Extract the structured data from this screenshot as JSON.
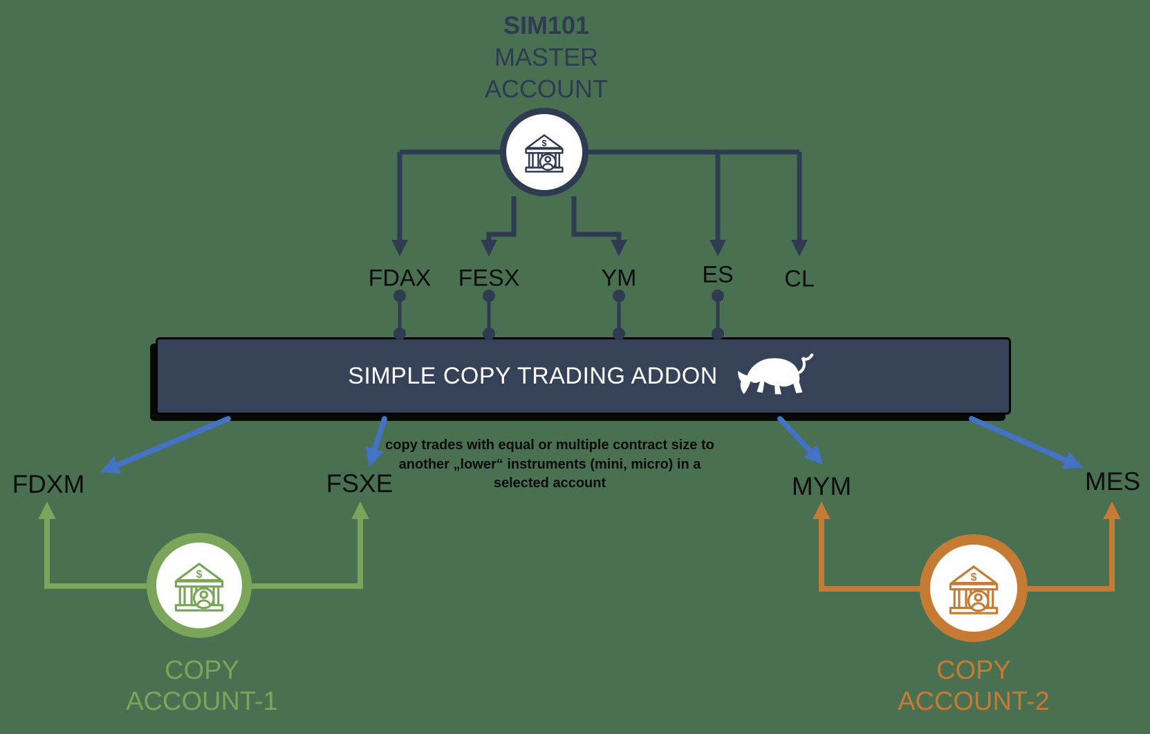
{
  "background_color": "#4A7052",
  "colors": {
    "navy": "#2E3B51",
    "bar_fill": "#364257",
    "bar_text": "#FFFFFF",
    "blue_arrow": "#4472C4",
    "green_accent": "#7AA55A",
    "orange_accent": "#C67B35",
    "label_text": "#0E0E0E"
  },
  "master_account": {
    "code": "SIM101",
    "title_line2": "MASTER",
    "title_line3": "ACCOUNT",
    "icon": "bank-icon"
  },
  "master_instruments": [
    {
      "label": "FDAX"
    },
    {
      "label": "FESX"
    },
    {
      "label": "YM"
    },
    {
      "label": "ES"
    },
    {
      "label": "CL"
    }
  ],
  "addon_bar": {
    "title": "SIMPLE COPY TRADING ADDON",
    "icon": "bull-icon"
  },
  "caption": {
    "line1": "copy trades with equal or multiple contract size to",
    "line2": "another „lower“ instruments (mini, micro) in a",
    "line3": "selected account"
  },
  "copy_instruments": [
    {
      "label": "FDXM"
    },
    {
      "label": "FSXE"
    },
    {
      "label": "MYM"
    },
    {
      "label": "MES"
    }
  ],
  "copy_account_1": {
    "title_line1": "COPY",
    "title_line2": "ACCOUNT-1",
    "icon": "bank-icon"
  },
  "copy_account_2": {
    "title_line1": "COPY",
    "title_line2": "ACCOUNT-2",
    "icon": "bank-icon"
  }
}
